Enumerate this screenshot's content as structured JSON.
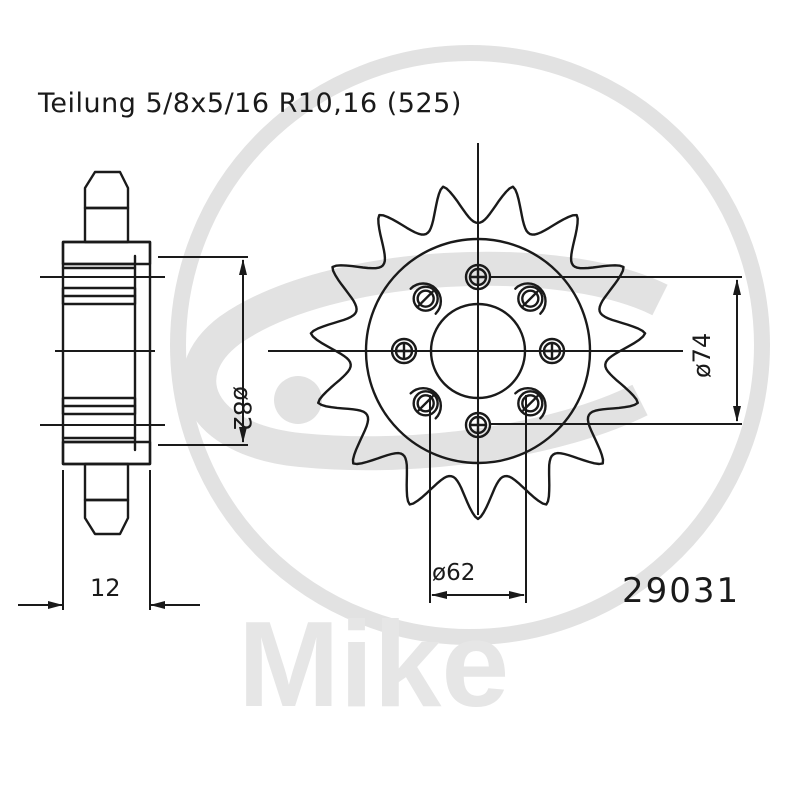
{
  "title": "Teilung 5/8x5/16 R10,16 (525)",
  "part_number": "29031",
  "watermark": {
    "text": "Mike",
    "color": "#e2e2e2"
  },
  "dimensions": {
    "hub_diameter": "ø82",
    "bolt_circle_diameter": "ø74",
    "center_bore_diameter": "ø62",
    "thickness": "12"
  },
  "sprocket": {
    "teeth": 15,
    "bolt_holes": 8
  },
  "colors": {
    "ink": "#1a1a1a",
    "background": "#ffffff"
  }
}
